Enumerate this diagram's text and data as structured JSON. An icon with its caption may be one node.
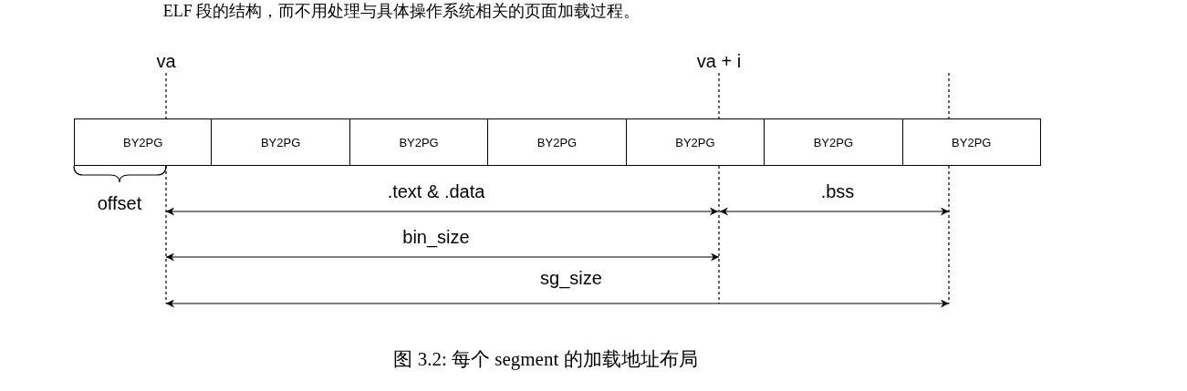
{
  "diagram": {
    "caption": "图 3.2: 每个 segment 的加载地址布局",
    "nodes": [
      {
        "text": [
          "BY2PG"
        ]
      },
      {
        "text": [
          "BY2PG"
        ]
      },
      {
        "text": [
          "BY2PG"
        ]
      },
      {
        "text": [
          "BY2PG"
        ]
      },
      {
        "text": [
          "BY2PG"
        ]
      },
      {
        "text": [
          "BY2PG"
        ]
      },
      {
        "text": [
          "BY2PG"
        ]
      }
    ],
    "edges": [],
    "labels": [
      "ELF 段的结构，而不用处理与具体操作系统相关的页面加载过程。",
      "va",
      "va + i",
      "offset",
      ".text & .data",
      ".bss",
      "bin_size",
      "sg_size"
    ]
  }
}
